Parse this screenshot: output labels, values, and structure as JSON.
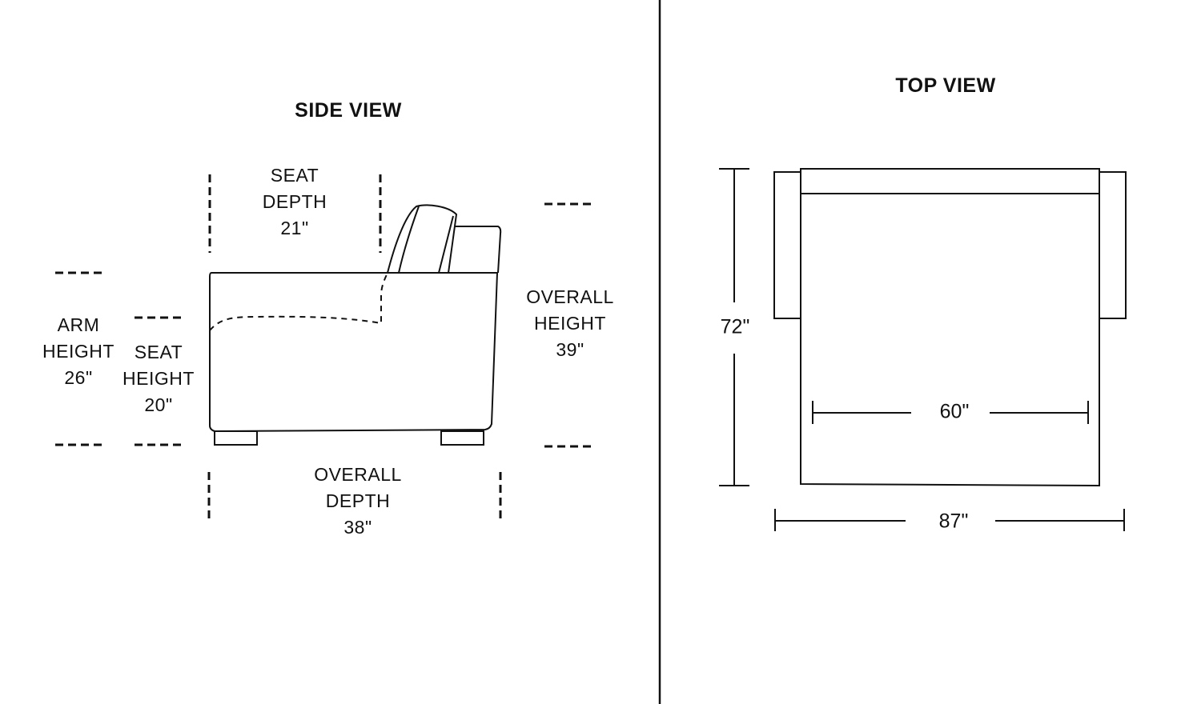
{
  "side_view": {
    "title": "SIDE VIEW",
    "seat_depth": {
      "line1": "SEAT",
      "line2": "DEPTH",
      "value": "21\""
    },
    "arm_height": {
      "line1": "ARM",
      "line2": "HEIGHT",
      "value": "26\""
    },
    "seat_height": {
      "line1": "SEAT",
      "line2": "HEIGHT",
      "value": "20\""
    },
    "overall_height": {
      "line1": "OVERALL",
      "line2": "HEIGHT",
      "value": "39\""
    },
    "overall_depth": {
      "line1": "OVERALL",
      "line2": "DEPTH",
      "value": "38\""
    }
  },
  "top_view": {
    "title": "TOP VIEW",
    "depth_value": "72\"",
    "seat_width_value": "60\"",
    "overall_width_value": "87\""
  },
  "colors": {
    "line": "#111111",
    "background": "#ffffff"
  }
}
